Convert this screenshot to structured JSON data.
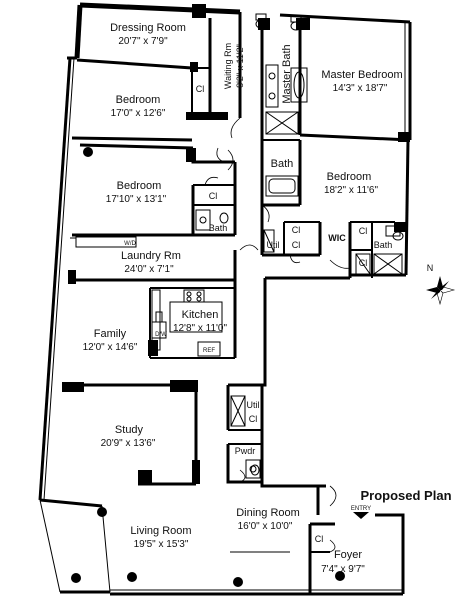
{
  "plan": {
    "title": "Proposed Plan",
    "entry_label": "ENTRY",
    "north_label": "N"
  },
  "rooms": {
    "dressing": {
      "name": "Dressing Room",
      "dims": "20'7\" x 7'9\""
    },
    "waiting": {
      "name": "Waiting Rm",
      "dims": "8'2\" x 11'2\""
    },
    "master_bath": {
      "name": "Master Bath"
    },
    "master_bedroom": {
      "name": "Master Bedroom",
      "dims": "14'3\" x 18'7\""
    },
    "bedroom1": {
      "name": "Bedroom",
      "dims": "17'0\" x 12'6\""
    },
    "bath_mid": {
      "name": "Bath"
    },
    "bedroom2": {
      "name": "Bedroom",
      "dims": "17'10\" x 13'1\""
    },
    "bath_left": {
      "name": "Bath"
    },
    "bedroom3": {
      "name": "Bedroom",
      "dims": "18'2\" x 11'6\""
    },
    "laundry": {
      "name": "Laundry Rm",
      "dims": "24'0\" x 7'1\""
    },
    "kitchen": {
      "name": "Kitchen",
      "dims": "12'8\" x 11'0\""
    },
    "family": {
      "name": "Family",
      "dims": "12'0\" x 14'6\""
    },
    "study": {
      "name": "Study",
      "dims": "20'9\" x 13'6\""
    },
    "living": {
      "name": "Living Room",
      "dims": "19'5\" x 15'3\""
    },
    "dining": {
      "name": "Dining Room",
      "dims": "16'0\" x 10'0\""
    },
    "foyer": {
      "name": "Foyer",
      "dims": "7'4\" x 9'7\""
    },
    "pwdr": {
      "name": "Pwdr"
    },
    "wic": {
      "name": "WIC"
    },
    "bath_right": {
      "name": "Bath"
    }
  },
  "fixtures": {
    "cl": "Cl",
    "util": "Util",
    "wd": "W/D",
    "dw": "D/W",
    "ref": "REF"
  }
}
